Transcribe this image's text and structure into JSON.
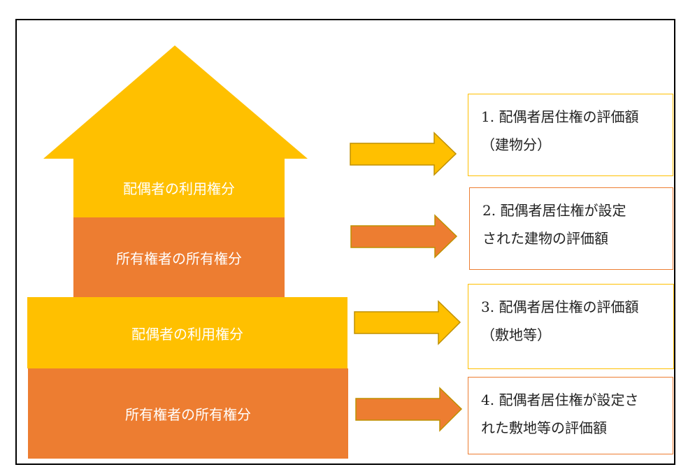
{
  "house": {
    "roof_spouse_use": "配偶者の利用権分",
    "roof_owner_share": "所有権者の所有権分",
    "base_spouse_use": "配偶者の利用権分",
    "base_owner_share": "所有権者の所有権分"
  },
  "boxes": [
    {
      "line1": "1. 配偶者居住権の評価額",
      "line2": "（建物分）"
    },
    {
      "line1": "2.  配偶者居住権が設定",
      "line2": "された建物の評価額"
    },
    {
      "line1": "3. 配偶者居住権の評価額",
      "line2": "（敷地等）"
    },
    {
      "line1": "4. 配偶者居住権が設定さ",
      "line2": "れた敷地等の評価額"
    }
  ],
  "colors": {
    "yellow": "#ffc000",
    "orange": "#ed7d31",
    "arrow_outline": "#bf9000"
  }
}
